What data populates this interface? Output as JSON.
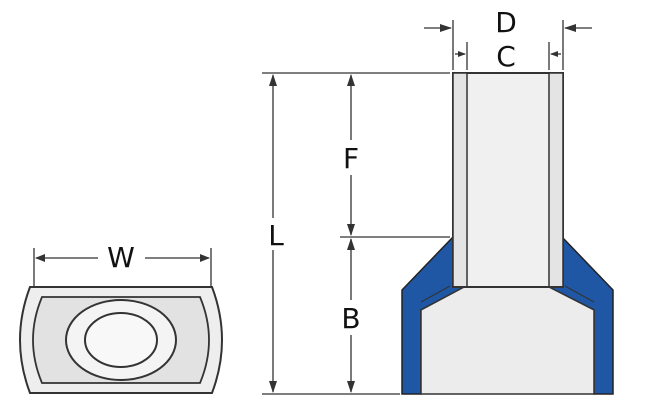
{
  "labels": {
    "w": "W",
    "l": "L",
    "f": "F",
    "b": "B",
    "c": "C",
    "d": "D"
  },
  "colors": {
    "line": "#333333",
    "fill_gray": "#e8e8e8",
    "fill_light": "#f3f3f3",
    "insulation_blue": "#1f57a4",
    "background": "#ffffff"
  }
}
